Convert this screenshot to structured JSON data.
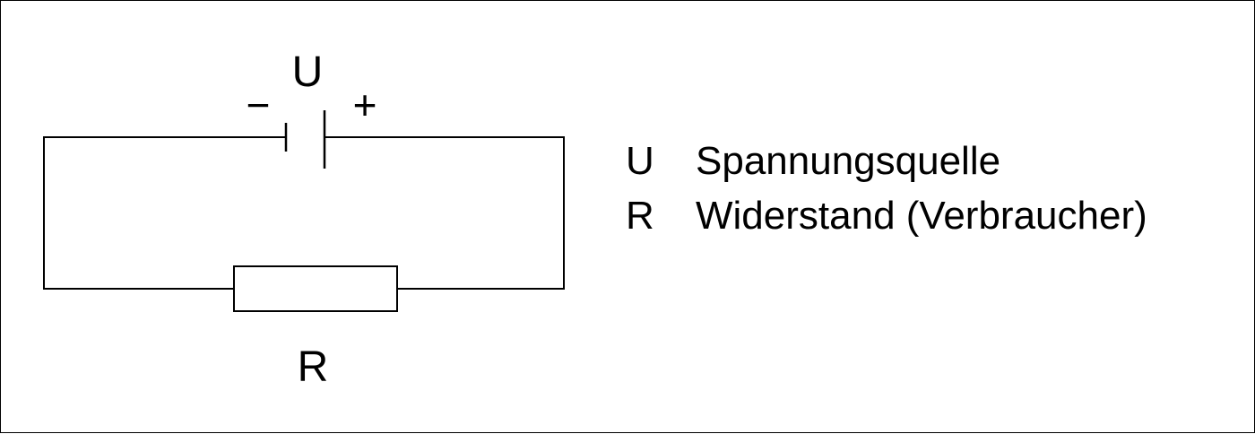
{
  "circuit": {
    "source_label": "U",
    "minus_sign": "−",
    "plus_sign": "+",
    "resistor_label": "R"
  },
  "legend": {
    "items": [
      {
        "symbol": "U",
        "description": "Spannungsquelle"
      },
      {
        "symbol": "R",
        "description": "Widerstand (Verbraucher)"
      }
    ]
  },
  "colors": {
    "line": "#000000",
    "background": "#ffffff"
  }
}
